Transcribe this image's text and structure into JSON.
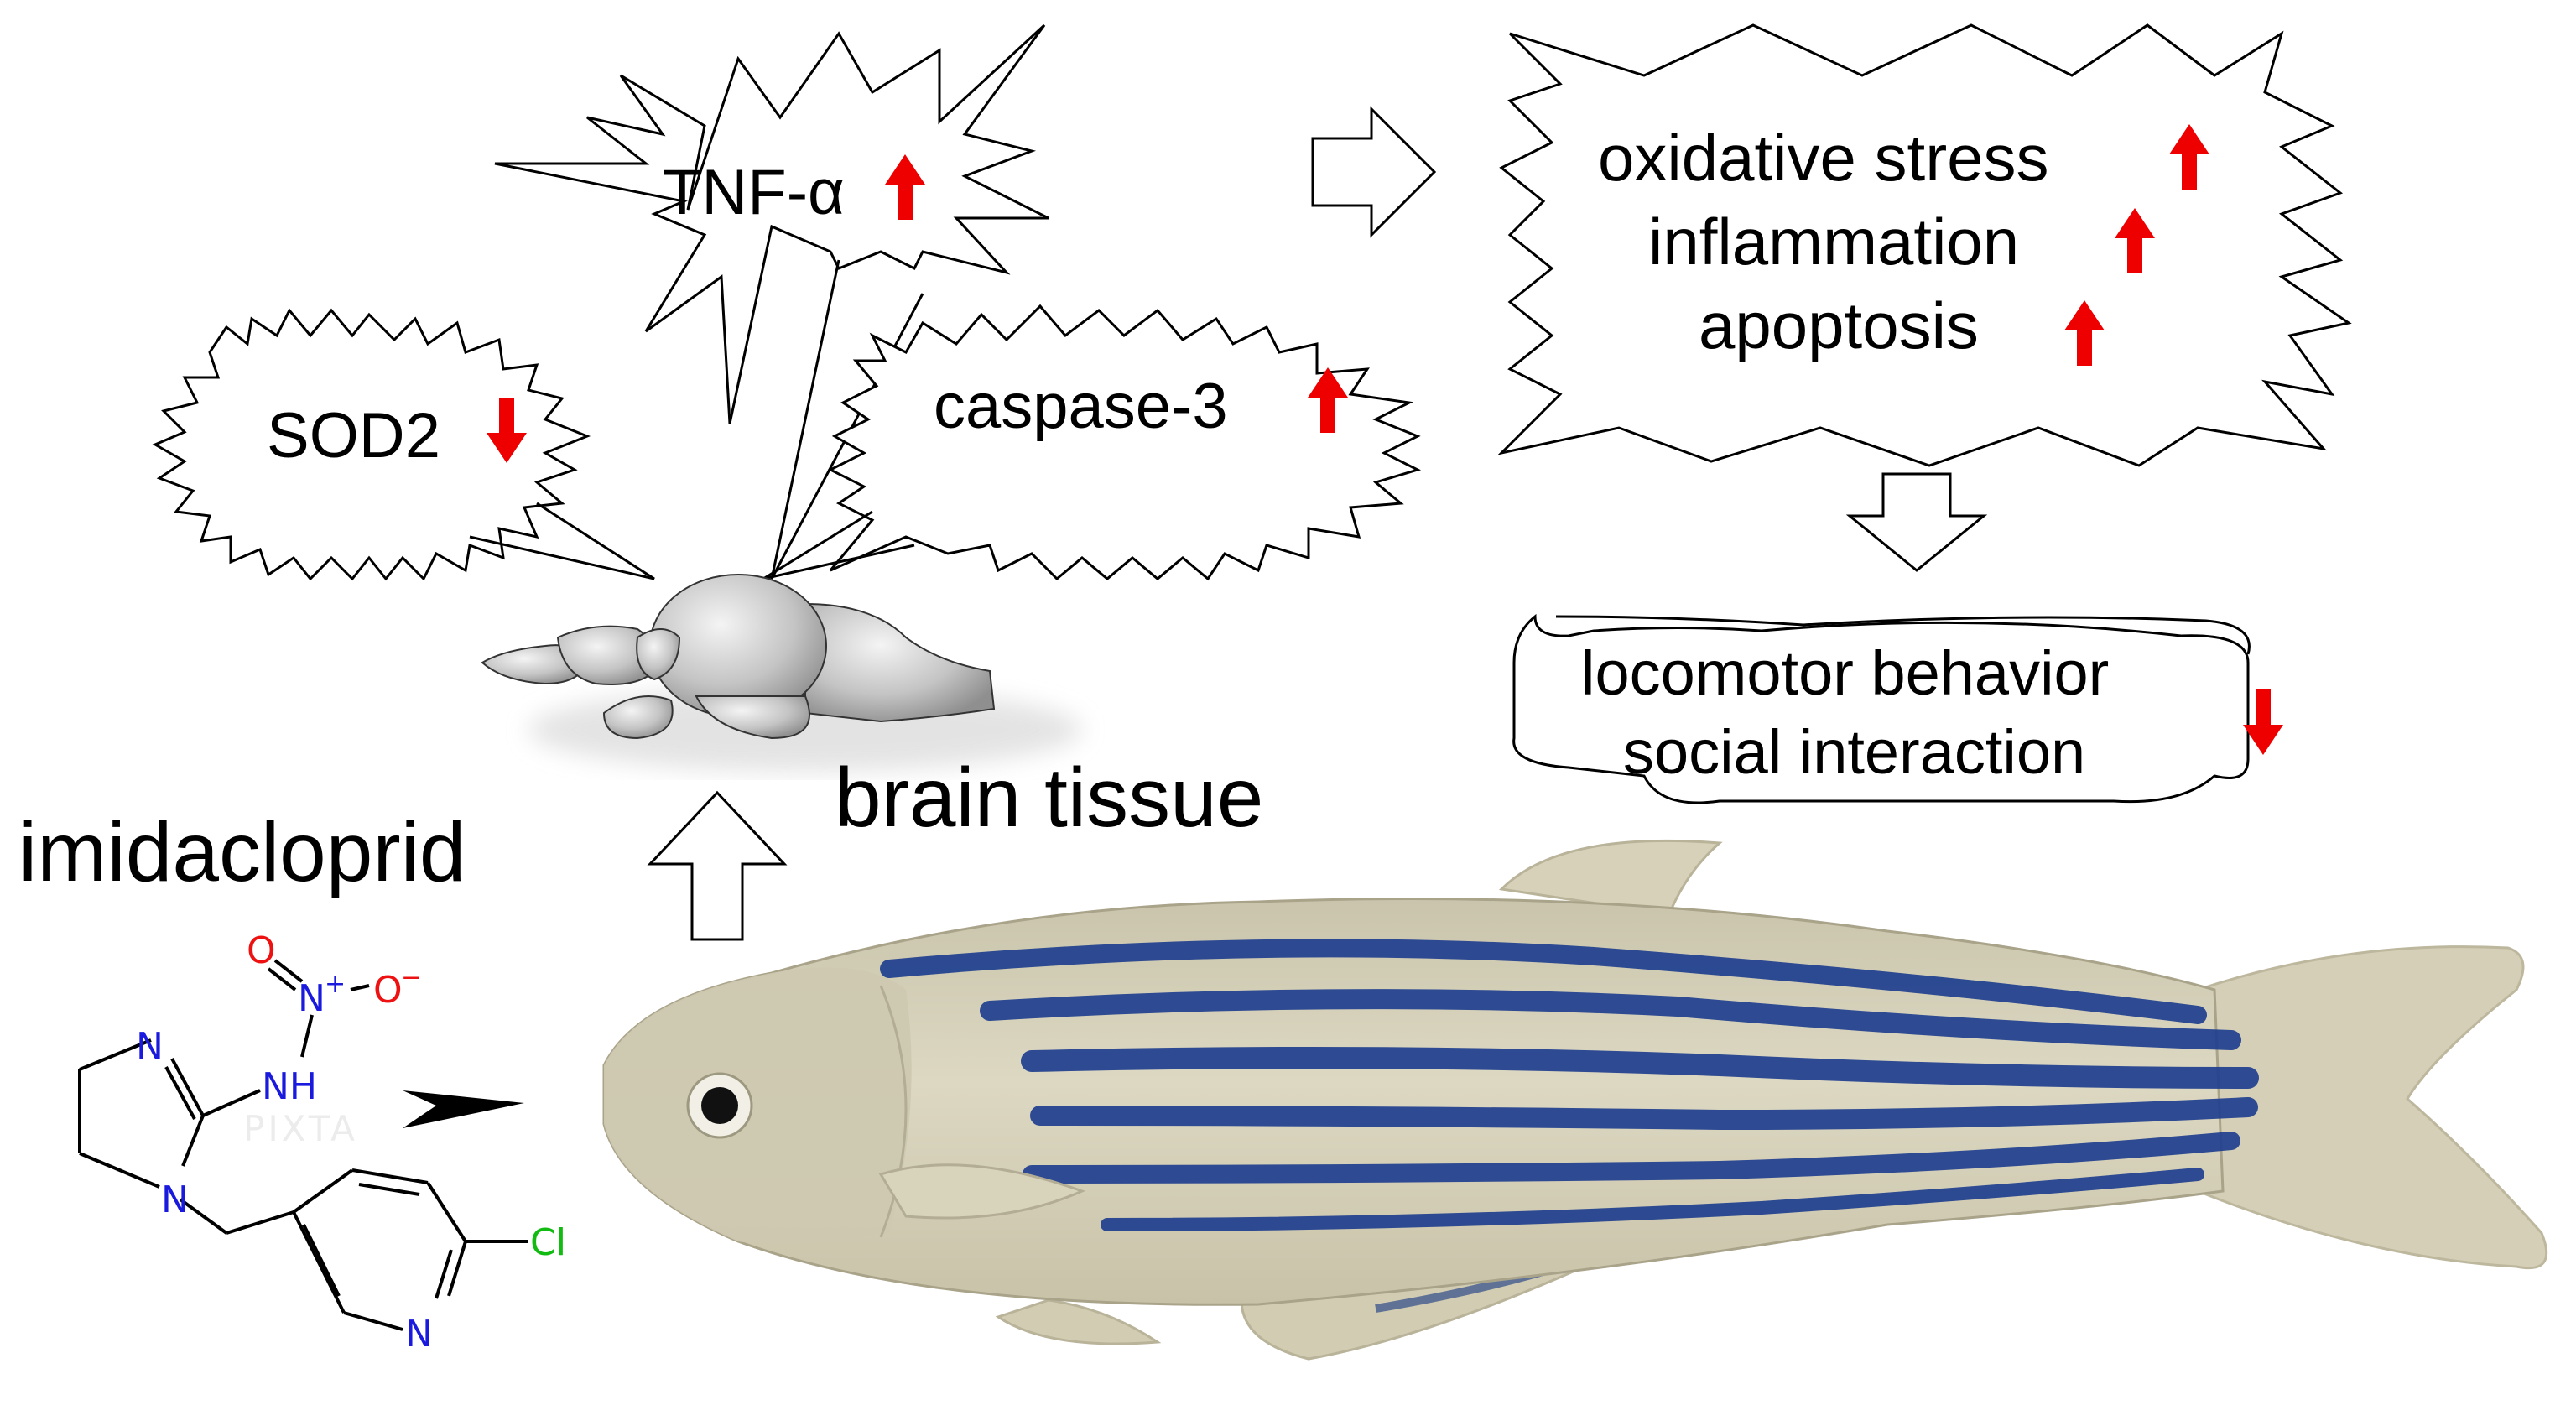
{
  "colors": {
    "up_arrow": "#ee0000",
    "down_arrow": "#ee0000",
    "nitrogen": "#1a1adf",
    "oxygen": "#ee1111",
    "chlorine": "#11bb11",
    "stripe": "#1f3f8f",
    "fish_body": "#d2cdb6"
  },
  "bursts": {
    "tnf": {
      "label": "TNF-α",
      "direction": "up"
    },
    "sod2": {
      "label": "SOD2",
      "direction": "down"
    },
    "caspase": {
      "label": "caspase-3",
      "direction": "up"
    }
  },
  "effects": {
    "items": [
      {
        "label": "oxidative stress",
        "direction": "up"
      },
      {
        "label": "inflammation",
        "direction": "up"
      },
      {
        "label": "apoptosis",
        "direction": "up"
      }
    ]
  },
  "behavior": {
    "lines": [
      "locomotor behavior",
      "social interaction"
    ],
    "direction": "down"
  },
  "brain": {
    "label": "brain tissue"
  },
  "compound": {
    "name": "imidacloprid",
    "atoms": {
      "N_plus": "N",
      "plus": "+",
      "O_top": "O",
      "O_minus": "O",
      "minus": "−",
      "N_ring": "N",
      "NH": "NH",
      "N_pyridine": "N",
      "Cl": "Cl"
    }
  },
  "watermark": "PIXTA",
  "icons": [
    "burst-shape",
    "hollow-arrow-right",
    "hollow-arrow-down",
    "hollow-arrow-up",
    "red-up-arrow",
    "red-down-arrow",
    "brain-illustration",
    "zebrafish-illustration",
    "molecule-structure"
  ]
}
